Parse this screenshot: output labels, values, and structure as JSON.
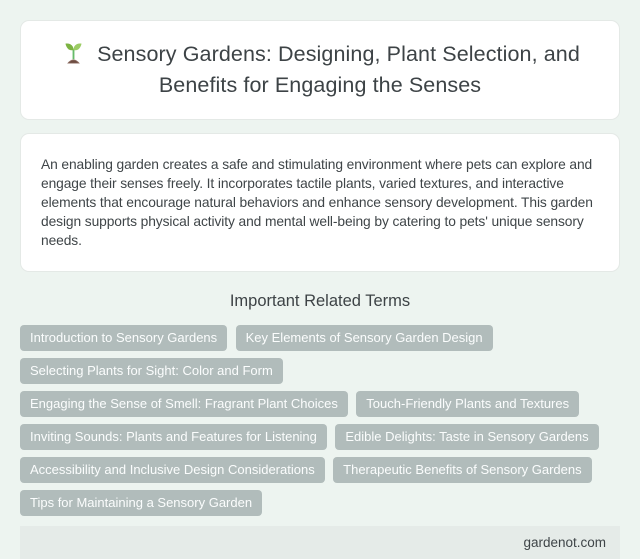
{
  "header": {
    "icon": "seedling-icon",
    "title": "Sensory Gardens: Designing, Plant Selection, and Benefits for Engaging the Senses"
  },
  "summary": {
    "text": "An enabling garden creates a safe and stimulating environment where pets can explore and engage their senses freely. It incorporates tactile plants, varied textures, and interactive elements that encourage natural behaviors and enhance sensory development. This garden design supports physical activity and mental well-being by catering to pets' unique sensory needs."
  },
  "related_terms": {
    "heading": "Important Related Terms",
    "tags": [
      "Introduction to Sensory Gardens",
      "Key Elements of Sensory Garden Design",
      "Selecting Plants for Sight: Color and Form",
      "Engaging the Sense of Smell: Fragrant Plant Choices",
      "Touch-Friendly Plants and Textures",
      "Inviting Sounds: Plants and Features for Listening",
      "Edible Delights: Taste in Sensory Gardens",
      "Accessibility and Inclusive Design Considerations",
      "Therapeutic Benefits of Sensory Gardens",
      "Tips for Maintaining a Sensory Garden"
    ]
  },
  "footer": {
    "site": "gardenot.com"
  },
  "colors": {
    "page_bg": "#edf4f0",
    "card_bg": "#ffffff",
    "card_border": "#e4e9e6",
    "text": "#3d4346",
    "tag_bg": "#b1bcbb",
    "tag_text": "#fbfdfd",
    "footer_bg": "#e5ebe8",
    "leaf_dark": "#7cb342",
    "leaf_light": "#9ccc65",
    "soil_brown": "#8d6e63"
  }
}
